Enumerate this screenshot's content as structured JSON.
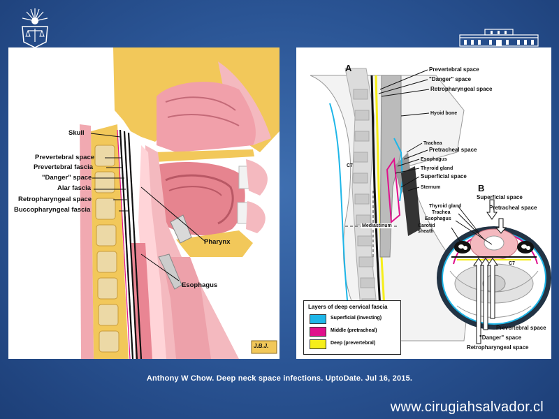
{
  "citation": "Anthony W Chow. Deep neck space infections. UptoDate. Jul 16, 2015.",
  "website": "www.cirugiahsalvador.cl",
  "left_diagram": {
    "labels": {
      "skull": "Skull",
      "prevertebral_space": "Prevertebral space",
      "prevertebral_fascia": "Prevertebral fascia",
      "danger_space": "\"Danger\" space",
      "alar_fascia": "Alar fascia",
      "retropharyngeal_space": "Retropharyngeal space",
      "buccopharyngeal_fascia": "Buccopharyngeal fascia",
      "pharynx": "Pharynx",
      "esophagus": "Esophagus"
    },
    "signature": "J.B.J."
  },
  "right_diagram": {
    "panel_a": "A",
    "panel_b": "B",
    "a_labels": {
      "prevertebral_space": "Prevertebral space",
      "danger_space": "\"Danger\" space",
      "retropharyngeal_space": "Retropharyngeal space",
      "hyoid_bone": "Hyoid bone",
      "trachea": "Trachea",
      "pretracheal_space": "Pretracheal space",
      "esophagus": "Esophagus",
      "thyroid_gland": "Thyroid gland",
      "superficial_space": "Superficial space",
      "sternum": "Sternum",
      "c7": "C7",
      "mediastinum": "Mediastinum"
    },
    "b_labels": {
      "superficial_space": "Superficial space",
      "pretracheal_space": "Pretracheal space",
      "thyroid_gland": "Thyroid gland",
      "trachea": "Trachea",
      "esophagus": "Esophagus",
      "carotid_sheath": "Carotid sheath",
      "c7": "C7",
      "prevertebral_space": "Prevertebral space",
      "danger_space": "\"Danger\" space",
      "retropharyngeal_space": "Retropharyngeal space"
    },
    "legend": {
      "title": "Layers of deep cervical fascia",
      "items": [
        {
          "label": "Superficial (investing)",
          "color": "#1eb6e8"
        },
        {
          "label": "Middle (pretracheal)",
          "color": "#e0108c"
        },
        {
          "label": "Deep (prevertebral)",
          "color": "#f6ee1a"
        }
      ]
    }
  },
  "colors": {
    "background": "#2a5494",
    "bone": "#f2c85a",
    "tissue": "#f2a5ae",
    "fascia_black": "#111111"
  }
}
